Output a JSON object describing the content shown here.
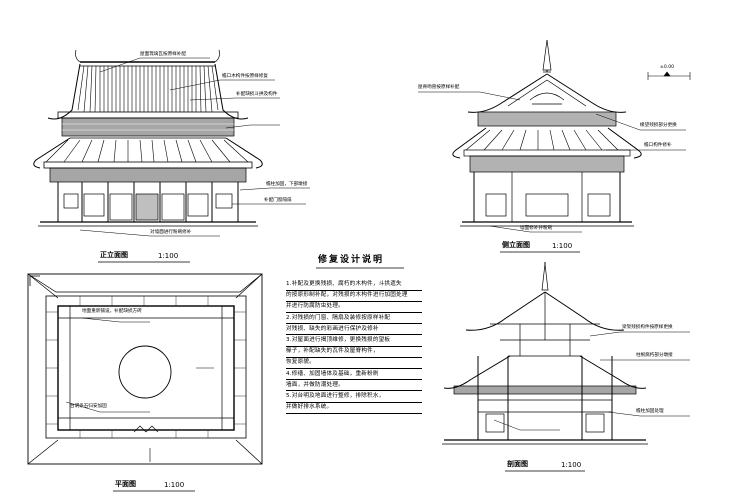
{
  "drawings": {
    "front": {
      "title": "正立面图",
      "scale": "1:100"
    },
    "side": {
      "title": "侧立面图",
      "scale": "1:100"
    },
    "section": {
      "title": "剖面图",
      "scale": "1:100"
    },
    "plan": {
      "title": "平面图",
      "scale": "1:100"
    }
  },
  "notes": {
    "title": "修复设计说明",
    "lines": [
      "1.补配及更换残损、腐朽的木构件，斗拱遗失",
      "的按原形制补配，对残损的木构件进行加固处理",
      "并进行防腐防虫处理。",
      "2.对残损的门窗、隔扇及装修按原样补配",
      "对残损、缺失的彩画进行保护及修补",
      "3.对屋面进行揭顶维修，更换残损的望板",
      "椽子，补配缺失的瓦件及屋脊构件，",
      "恢复原貌。",
      "4.修缮、加固墙体及基础，重新粉刷",
      "墙面，并做防潮处理。",
      "5.对台明及地面进行整修，排除积水，",
      "并做好排水系统。"
    ]
  },
  "annotations": {
    "front_1": "屋面琉璃瓦按原样补配",
    "front_2": "檐口木构件按原样修复",
    "front_3": "补配缺损斗拱及构件",
    "front_4": "檐柱加固，下部墩接",
    "front_5": "补配门窗隔扇",
    "front_6": "对墙面进行粉刷修补",
    "side_1": "屋脊吻兽按原样补配",
    "side_2": "椽望残损部分更换",
    "side_3": "檐口构件修补",
    "side_4": "墙面修补并粉刷",
    "plan_1": "地面重新铺设，补配缺损方砖",
    "plan_2": "台明条石归安加固",
    "section_1": "梁架残损构件按原样更换",
    "section_2": "柱根腐朽部分墩接",
    "section_3": "檐柱加固处理"
  },
  "key": {
    "label": "±0.00"
  }
}
